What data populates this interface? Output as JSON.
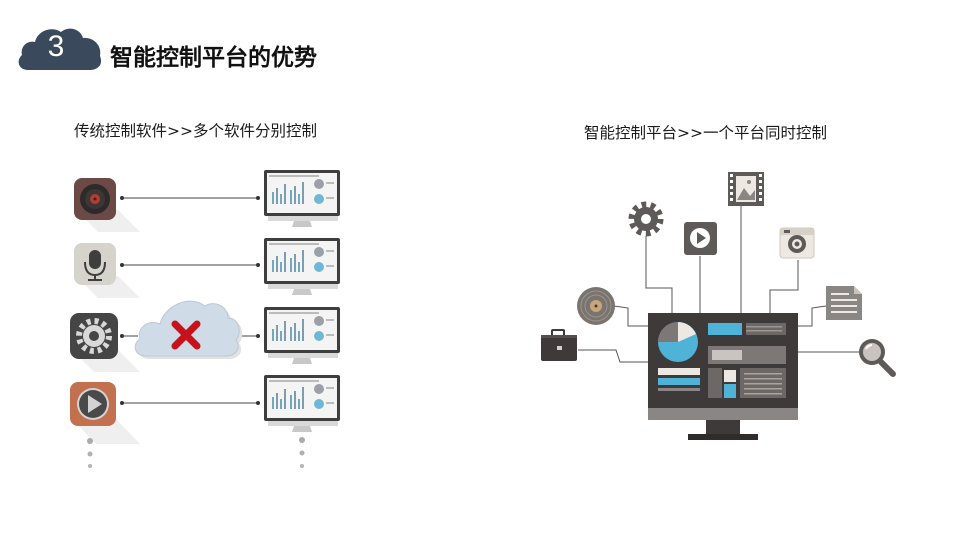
{
  "header": {
    "number": "3",
    "title": "智能控制平台的优势"
  },
  "left_panel": {
    "label": "传统控制软件>>多个软件分别控制",
    "app_icons": [
      "vinyl-record-icon",
      "microphone-icon",
      "gear-icon",
      "play-button-icon"
    ],
    "failure_icon": "cloud-with-red-x-icon"
  },
  "right_panel": {
    "label": "智能控制平台>>一个平台同时控制",
    "satellite_icons": [
      "gear-icon",
      "play-button-icon",
      "film-photo-icon",
      "camera-icon",
      "document-icon",
      "magnifier-icon",
      "vinyl-record-icon",
      "briefcase-icon"
    ]
  },
  "colors": {
    "header_cloud": "#3a4a5c",
    "line": "#444444",
    "cross": "#c8121b",
    "accent_blue": "#4fb3d8",
    "monitor_dark": "#3d3a39"
  }
}
